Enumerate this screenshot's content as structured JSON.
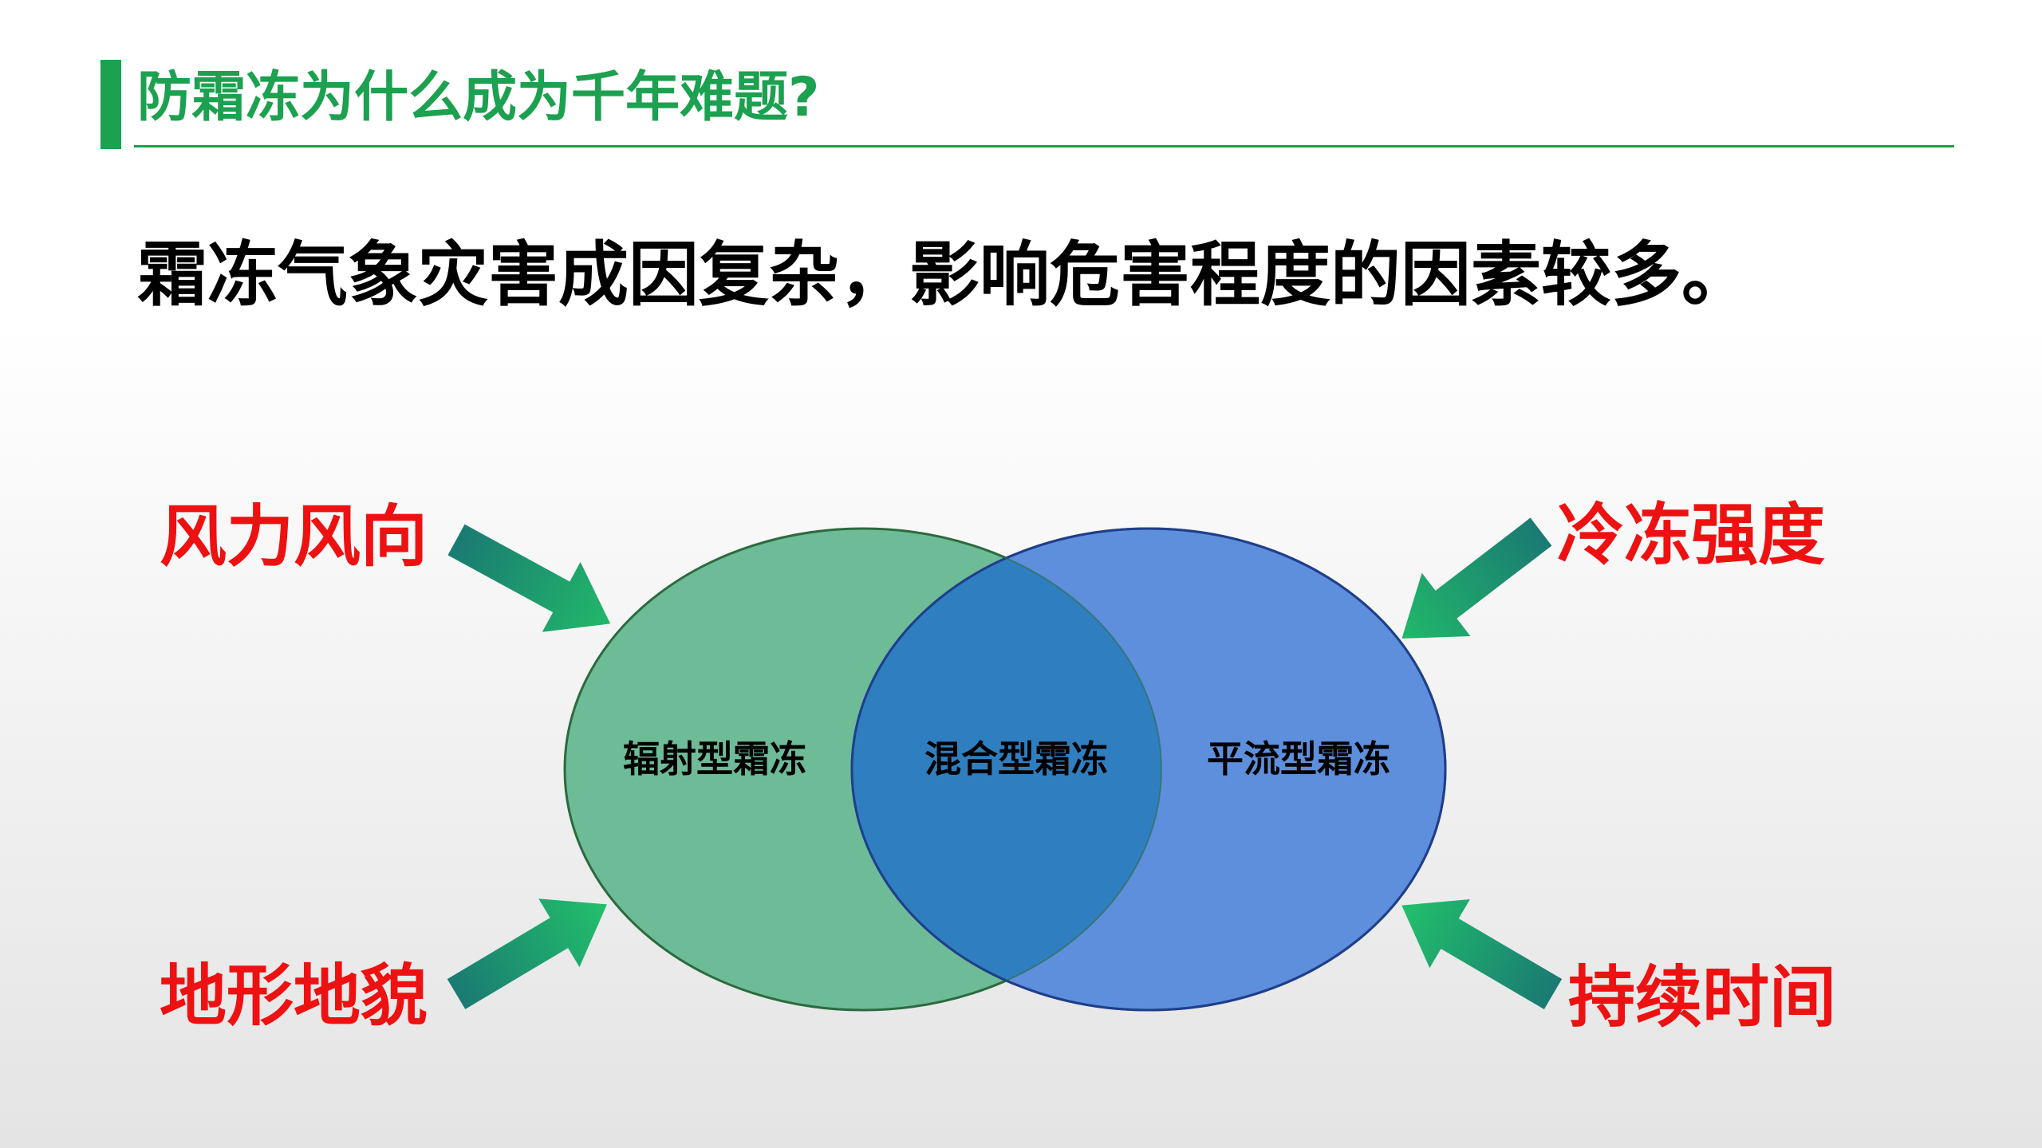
{
  "slide": {
    "title": "防霜冻为什么成为千年难题?",
    "subtitle": "霜冻气象灾害成因复杂，影响危害程度的因素较多。"
  },
  "venn": {
    "left_label": "辐射型霜冻",
    "center_label": "混合型霜冻",
    "right_label": "平流型霜冻",
    "left_color": "#6ebb97",
    "right_color": "#4a7fd9",
    "overlap_color": "#2f7fc0"
  },
  "factors": {
    "top_left": "风力风向",
    "top_right": "冷冻强度",
    "bottom_left": "地形地貌",
    "bottom_right": "持续时间"
  },
  "colors": {
    "accent_green": "#1ba14f",
    "factor_red": "#ee1111",
    "arrow_teal": "#1a7a72"
  }
}
